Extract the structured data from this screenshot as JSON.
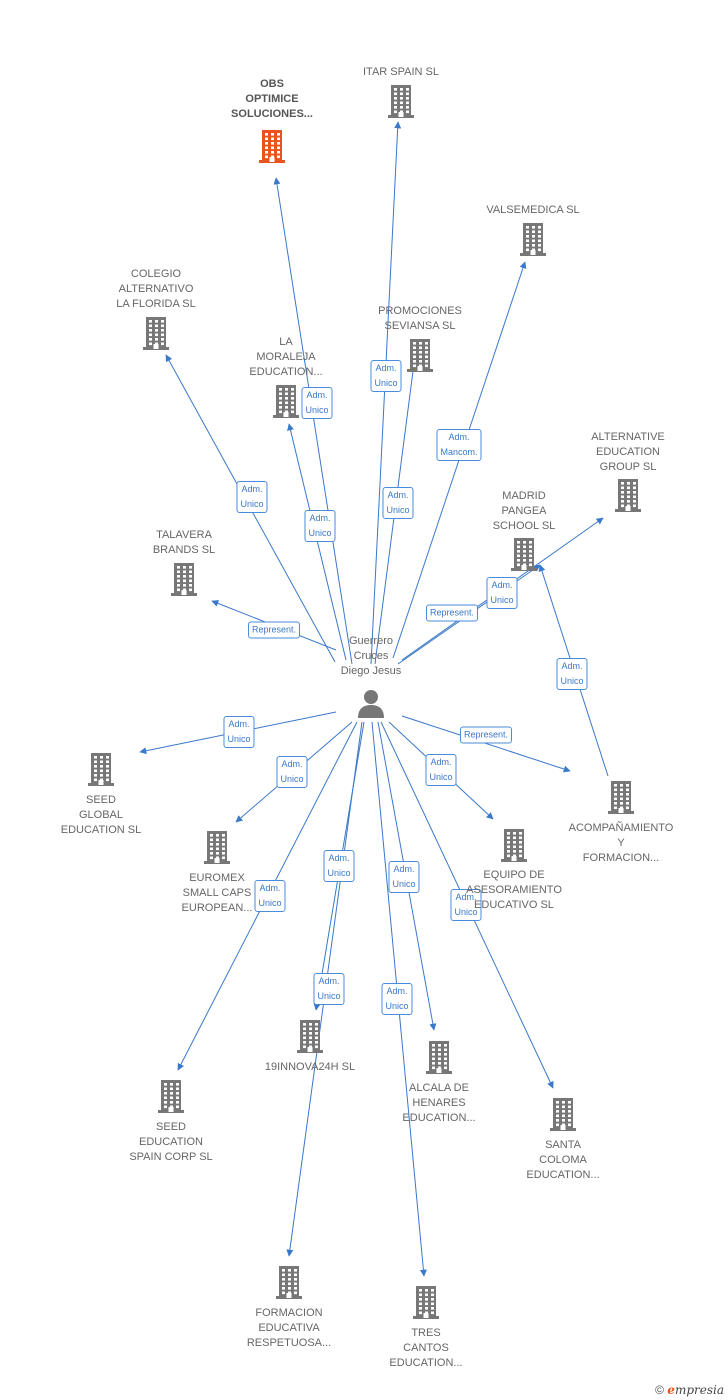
{
  "colors": {
    "edge": "#3a78c9",
    "building": "#777777",
    "highlight": "#e8541f",
    "label": "#666666"
  },
  "center": {
    "label_lines": [
      "Guerrero",
      "Cruces",
      "Diego Jesus"
    ],
    "icon": "person-icon"
  },
  "nodes": [
    {
      "id": "obs",
      "lines": [
        "OBS",
        "OPTIMICE",
        "SOLUCIONES..."
      ],
      "highlight": true
    },
    {
      "id": "itar",
      "lines": [
        "ITAR SPAIN SL"
      ]
    },
    {
      "id": "valsemedica",
      "lines": [
        "VALSEMEDICA SL"
      ]
    },
    {
      "id": "colegio",
      "lines": [
        "COLEGIO",
        "ALTERNATIVO",
        "LA FLORIDA  SL"
      ]
    },
    {
      "id": "promociones",
      "lines": [
        "PROMOCIONES",
        "SEVIANSA SL"
      ]
    },
    {
      "id": "moraleja",
      "lines": [
        "LA",
        "MORALEJA",
        "EDUCATION..."
      ]
    },
    {
      "id": "alternative",
      "lines": [
        "ALTERNATIVE",
        "EDUCATION",
        "GROUP  SL"
      ]
    },
    {
      "id": "madrid",
      "lines": [
        "MADRID",
        "PANGEA",
        "SCHOOL  SL"
      ]
    },
    {
      "id": "talavera",
      "lines": [
        "TALAVERA",
        "BRANDS  SL"
      ]
    },
    {
      "id": "seedglobal",
      "lines": [
        "SEED",
        "GLOBAL",
        "EDUCATION  SL"
      ]
    },
    {
      "id": "acompanamiento",
      "lines": [
        "ACOMPAÑAMIENTO",
        "Y",
        "FORMACION..."
      ]
    },
    {
      "id": "euromex",
      "lines": [
        "EUROMEX",
        "SMALL CAPS",
        "EUROPEAN..."
      ]
    },
    {
      "id": "equipo",
      "lines": [
        "EQUIPO DE",
        "ASESORAMIENTO",
        "EDUCATIVO  SL"
      ]
    },
    {
      "id": "19innova",
      "lines": [
        "19INNOVA24H SL"
      ]
    },
    {
      "id": "alcala",
      "lines": [
        "ALCALA DE",
        "HENARES",
        "EDUCATION..."
      ]
    },
    {
      "id": "seedspain",
      "lines": [
        "SEED",
        "EDUCATION",
        "SPAIN CORP  SL"
      ]
    },
    {
      "id": "santacoloma",
      "lines": [
        "SANTA",
        "COLOMA",
        "EDUCATION..."
      ]
    },
    {
      "id": "formacion",
      "lines": [
        "FORMACION",
        "EDUCATIVA",
        "RESPETUOSA..."
      ]
    },
    {
      "id": "trescantos",
      "lines": [
        "TRES",
        "CANTOS",
        "EDUCATION..."
      ]
    }
  ],
  "edges": [
    {
      "from": "center",
      "to": "obs",
      "role": [
        "Adm.",
        "Unico"
      ]
    },
    {
      "from": "center",
      "to": "itar",
      "role": [
        "Adm.",
        "Unico"
      ]
    },
    {
      "from": "center",
      "to": "valsemedica",
      "role": [
        "Adm.",
        "Mancom."
      ]
    },
    {
      "from": "center",
      "to": "colegio",
      "role": [
        "Adm.",
        "Unico"
      ]
    },
    {
      "from": "center",
      "to": "promociones",
      "role": [
        "Adm.",
        "Unico"
      ]
    },
    {
      "from": "center",
      "to": "moraleja",
      "role": [
        "Adm.",
        "Unico"
      ]
    },
    {
      "from": "center",
      "to": "alternative",
      "role": [
        "Adm.",
        "Unico"
      ]
    },
    {
      "from": "center",
      "to": "madrid",
      "role": [
        "Represent."
      ]
    },
    {
      "from": "acompanamiento",
      "to": "madrid",
      "role": [
        "Adm.",
        "Unico"
      ]
    },
    {
      "from": "center",
      "to": "talavera",
      "role": [
        "Represent."
      ]
    },
    {
      "from": "center",
      "to": "seedglobal",
      "role": [
        "Adm.",
        "Unico"
      ]
    },
    {
      "from": "center",
      "to": "acompanamiento",
      "role": [
        "Represent."
      ]
    },
    {
      "from": "center",
      "to": "euromex",
      "role": [
        "Adm.",
        "Unico"
      ]
    },
    {
      "from": "center",
      "to": "equipo",
      "role": [
        "Adm.",
        "Unico"
      ]
    },
    {
      "from": "center",
      "to": "19innova",
      "role": [
        "Adm.",
        "Unico"
      ]
    },
    {
      "from": "center",
      "to": "alcala",
      "role": [
        "Adm.",
        "Unico"
      ]
    },
    {
      "from": "center",
      "to": "seedspain",
      "role": [
        "Adm.",
        "Unico"
      ]
    },
    {
      "from": "center",
      "to": "santacoloma",
      "role": [
        "Adm.",
        "Unico"
      ]
    },
    {
      "from": "center",
      "to": "formacion",
      "role": [
        "Adm.",
        "Unico"
      ]
    },
    {
      "from": "center",
      "to": "trescantos",
      "role": [
        "Adm.",
        "Unico"
      ]
    }
  ],
  "footer": {
    "copyright": "©",
    "brand_initial": "e",
    "brand_rest": "mpresia"
  }
}
